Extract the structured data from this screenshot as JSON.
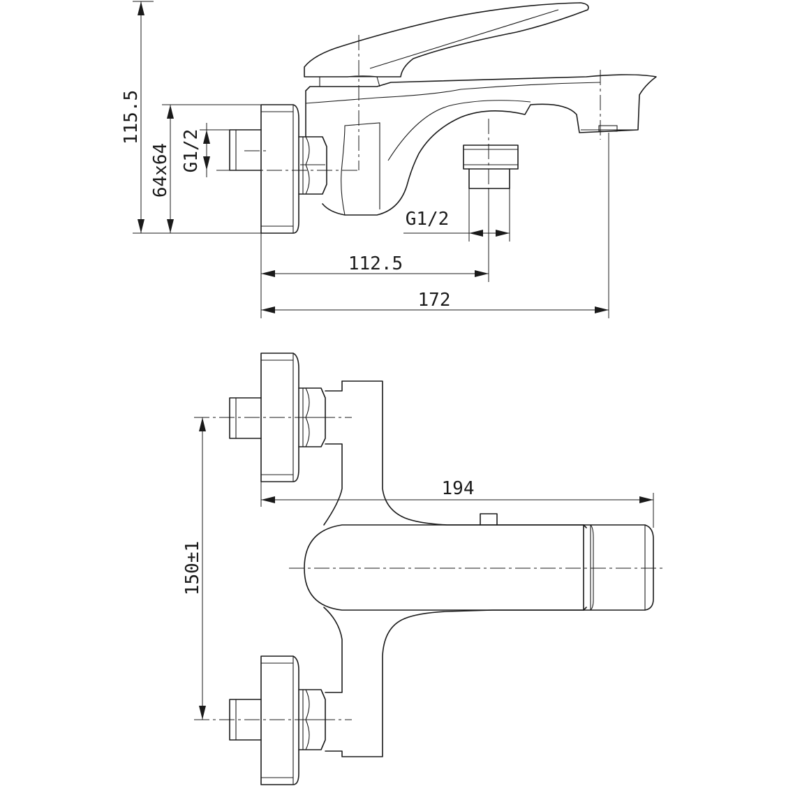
{
  "dimensions": {
    "height_total": "115.5",
    "flange_size": "64x64",
    "inlet_thread": "G1/2",
    "outlet_thread": "G1/2",
    "outlet_distance": "112.5",
    "spout_projection": "172",
    "spout_length": "194",
    "inlet_spacing": "150±1"
  },
  "colors": {
    "line": "#1a1a1a",
    "background": "#ffffff"
  }
}
